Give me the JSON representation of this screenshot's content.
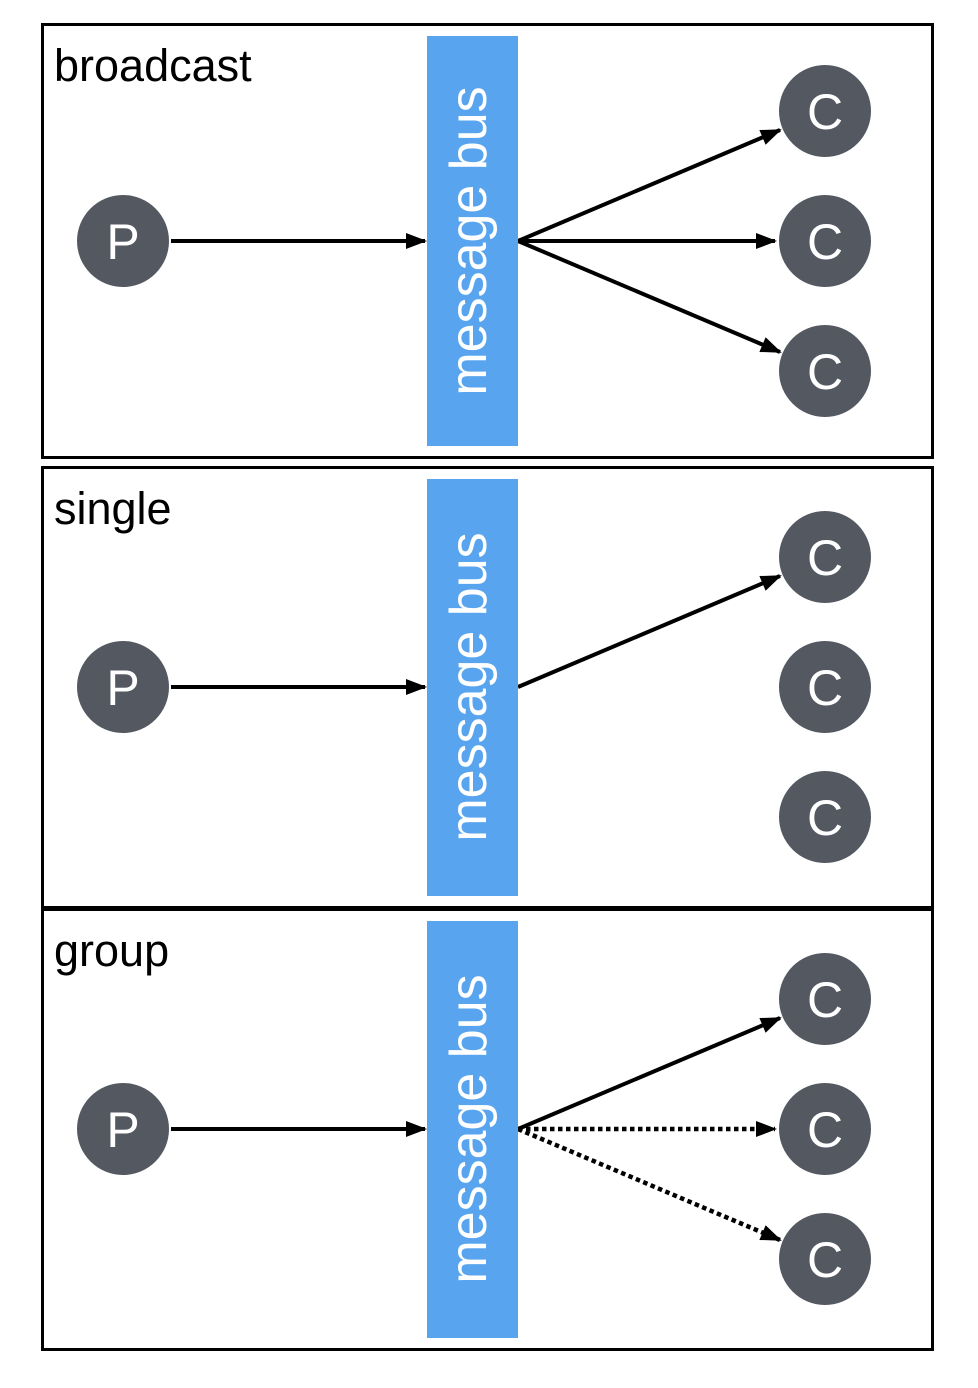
{
  "colors": {
    "background": "#ffffff",
    "panel_border": "#000000",
    "title_text": "#000000",
    "arrow": "#000000",
    "bus_fill": "#58a4ee",
    "bus_text": "#ffffff",
    "node_fill": "#535861",
    "node_text": "#ffffff"
  },
  "strokes": {
    "solid_dash": "none",
    "dotted_dash": "4.5,3.5"
  },
  "panels": [
    {
      "label": "broadcast",
      "producer_label": "P",
      "bus_label": "message bus",
      "consumer_labels": [
        "C",
        "C",
        "C"
      ],
      "connections": {
        "producer_to_bus": "solid",
        "bus_to_consumer_top": "solid",
        "bus_to_consumer_middle": "solid",
        "bus_to_consumer_bottom": "solid"
      }
    },
    {
      "label": "single",
      "producer_label": "P",
      "bus_label": "message bus",
      "consumer_labels": [
        "C",
        "C",
        "C"
      ],
      "connections": {
        "producer_to_bus": "solid",
        "bus_to_consumer_top": "solid",
        "bus_to_consumer_middle": "none",
        "bus_to_consumer_bottom": "none"
      }
    },
    {
      "label": "group",
      "producer_label": "P",
      "bus_label": "message bus",
      "consumer_labels": [
        "C",
        "C",
        "C"
      ],
      "connections": {
        "producer_to_bus": "solid",
        "bus_to_consumer_top": "solid",
        "bus_to_consumer_middle": "dotted",
        "bus_to_consumer_bottom": "dotted"
      }
    }
  ]
}
